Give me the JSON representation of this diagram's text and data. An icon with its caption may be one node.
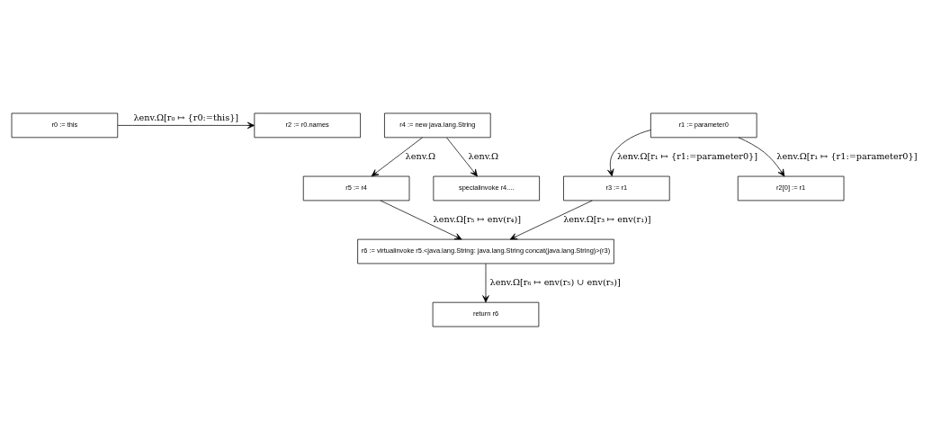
{
  "diagram": {
    "nodes": [
      {
        "text": [
          "r0 := this"
        ]
      },
      {
        "text": [
          "r2 := r0.names"
        ]
      },
      {
        "text": [
          "r4 := new java.lang.String"
        ]
      },
      {
        "text": [
          "r1 := parameter0"
        ]
      },
      {
        "text": [
          "r5 := r4"
        ]
      },
      {
        "text": [
          "specialinvoke r4...."
        ]
      },
      {
        "text": [
          "r3 := r1"
        ]
      },
      {
        "text": [
          "r2[0] := r1"
        ]
      },
      {
        "text": [
          "r6 := virtualinvoke r5.<java.lang.String: java.lang.String concat(java.lang.String)>(r3)"
        ]
      },
      {
        "text": [
          "return r6"
        ]
      }
    ],
    "edges": [
      {
        "from": 0,
        "to": 1,
        "arrow": "to",
        "label": "λenv.Ω[r₀ ↦ {r0:=this}]"
      },
      {
        "from": 2,
        "to": 4,
        "arrow": "to",
        "label": "λenv.Ω"
      },
      {
        "from": 2,
        "to": 5,
        "arrow": "to",
        "label": "λenv.Ω"
      },
      {
        "from": 3,
        "to": 6,
        "arrow": "to",
        "label": "λenv.Ω[r₁ ↦ {r1:=parameter0}]"
      },
      {
        "from": 3,
        "to": 7,
        "arrow": "to",
        "label": "λenv.Ω[r₁ ↦ {r1:=parameter0}]"
      },
      {
        "from": 4,
        "to": 8,
        "arrow": "to",
        "label": "λenv.Ω[r₅ ↦ env(r₄)]"
      },
      {
        "from": 6,
        "to": 8,
        "arrow": "to",
        "label": "λenv.Ω[r₃ ↦ env(r₁)]"
      },
      {
        "from": 8,
        "to": 9,
        "arrow": "to",
        "label": "λenv.Ω[r₆ ↦ env(r₅) ∪ env(r₃)]"
      }
    ]
  }
}
